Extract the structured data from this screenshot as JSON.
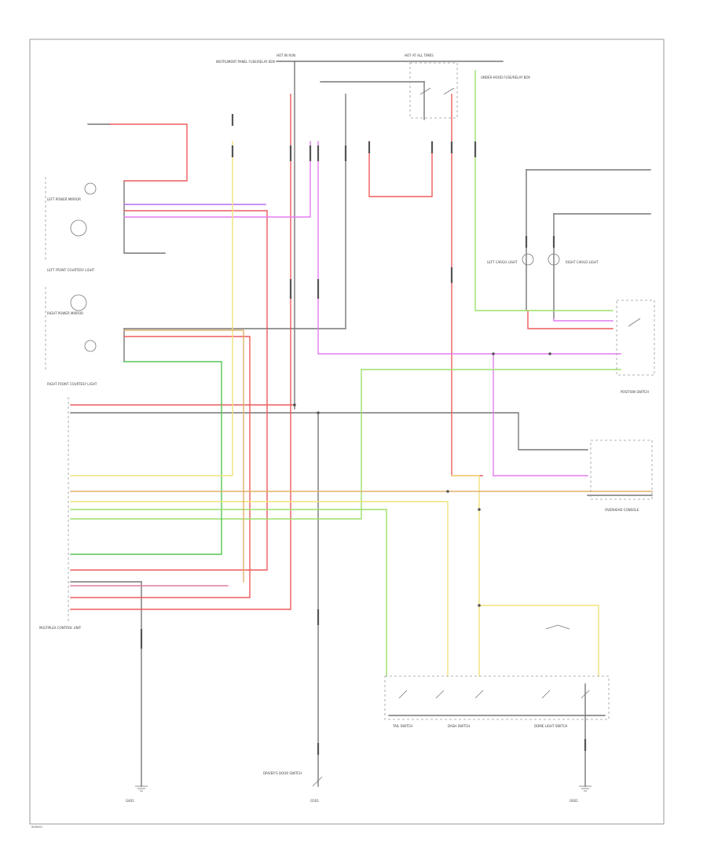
{
  "diagram": {
    "type": "wiring-diagram",
    "footer_code": "W36001",
    "colors": {
      "red": "#ee5b5b",
      "pink": "#e07f9a",
      "magenta": "#e37cf0",
      "purple": "#b26ff0",
      "light_green": "#9be06a",
      "yellow": "#f0e27a",
      "orange": "#e2b06c",
      "green": "#55c455",
      "black": "#777777"
    },
    "labels": {
      "fuse_top_left": "INSTRUMENT PANEL FUSE/RELAY BOX",
      "hot_run": "HOT IN RUN",
      "hot_all": "HOT AT ALL TIMES",
      "relay_box": "UNDER-HOOD FUSE/RELAY BOX",
      "left_mirror": "LEFT POWER MIRROR",
      "right_mirror": "RIGHT POWER MIRROR",
      "lh_courtesy": "LEFT FRONT COURTESY LIGHT",
      "rh_courtesy": "RIGHT FRONT COURTESY LIGHT",
      "control_unit": "MULTIPLEX CONTROL UNIT",
      "pos_switch": "POSITION SWITCH",
      "overhead": "OVERHEAD CONSOLE",
      "left_cargo": "LEFT CARGO LIGHT",
      "right_cargo": "RIGHT CARGO LIGHT",
      "door_switch": "DRIVER'S DOOR SWITCH",
      "tail_switch": "TAIL SWITCH",
      "dash_switch": "DASH SWITCH",
      "dome_switch": "DOME LIGHT SWITCH",
      "g401": "G401",
      "g501": "G501",
      "g601": "G601"
    }
  }
}
